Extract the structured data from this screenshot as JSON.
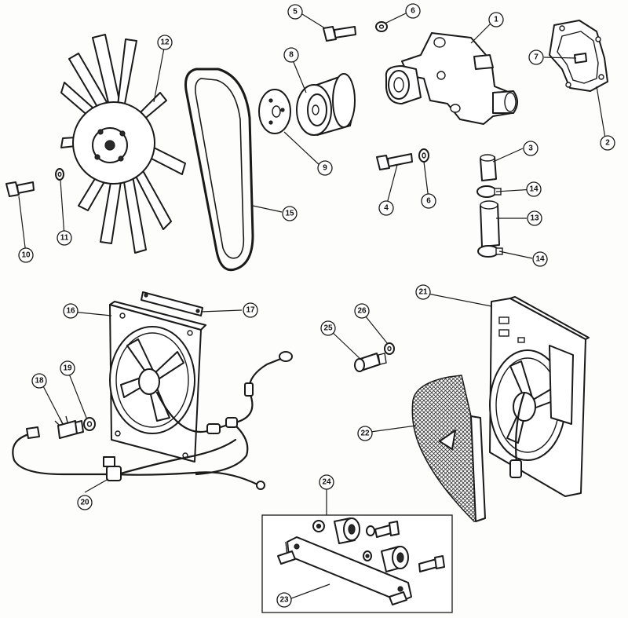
{
  "callouts": {
    "c1": "1",
    "c2": "2",
    "c3": "3",
    "c4": "4",
    "c5": "5",
    "c6a": "6",
    "c6b": "6",
    "c7": "7",
    "c8": "8",
    "c9": "9",
    "c10": "10",
    "c11": "11",
    "c12": "12",
    "c13": "13",
    "c14a": "14",
    "c14b": "14",
    "c15": "15",
    "c16": "16",
    "c17": "17",
    "c18": "18",
    "c19": "19",
    "c20": "20",
    "c21": "21",
    "c22": "22",
    "c23": "23",
    "c24": "24",
    "c25": "25",
    "c26": "26"
  },
  "colors": {
    "ink": "#1a1a1a",
    "paper": "#fdfdfb"
  }
}
